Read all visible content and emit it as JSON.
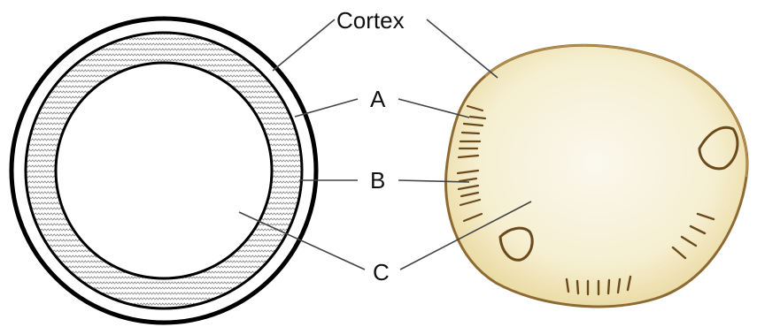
{
  "labels": {
    "cortex": "Cortex",
    "a": "A",
    "b": "B",
    "c": "C"
  },
  "colors": {
    "outline": "#000000",
    "hatch_band": "#bdbdbd",
    "photo_fill": "#f4ecc8",
    "photo_rim": "#a07a3a",
    "photo_dark": "#6b4a1c",
    "leader": "#444444"
  }
}
